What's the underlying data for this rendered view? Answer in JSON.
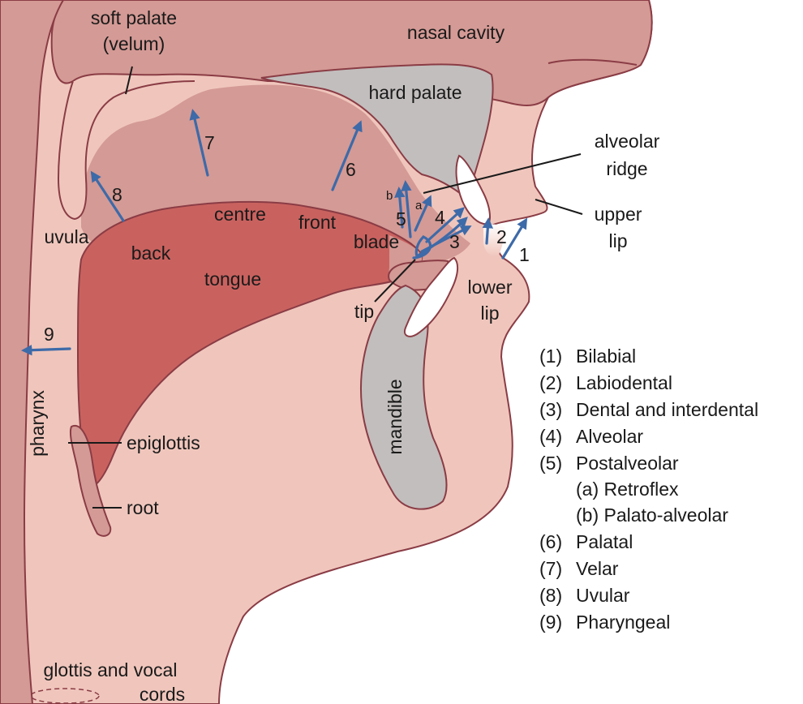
{
  "colors": {
    "tissue_dark": "#d49a95",
    "tissue_light": "#f0c6bc",
    "tongue": "#c9625f",
    "bone": "#c2bebd",
    "outline": "#8a3c45",
    "arrow": "#3d6aa8",
    "cavity_inner": "#e9b3ab"
  },
  "labels": {
    "soft_palate": [
      "soft palate",
      "(velum)"
    ],
    "nasal_cavity": "nasal cavity",
    "hard_palate": "hard palate",
    "alveolar_ridge": [
      "alveolar",
      "ridge"
    ],
    "upper_lip": [
      "upper",
      "lip"
    ],
    "lower_lip": [
      "lower",
      "lip"
    ],
    "uvula": "uvula",
    "back": "back",
    "centre": "centre",
    "front": "front",
    "blade": "blade",
    "tongue": "tongue",
    "tip": "tip",
    "mandible": "mandible",
    "pharynx": "pharynx",
    "epiglottis": "epiglottis",
    "root": "root",
    "glottis": [
      "glottis and vocal",
      "cords"
    ]
  },
  "arrow_numbers": {
    "n1": "1",
    "n2": "2",
    "n3": "3",
    "n4": "4",
    "n5": "5",
    "n6": "6",
    "n7": "7",
    "n8": "8",
    "n9": "9",
    "a": "a",
    "b": "b"
  },
  "legend": [
    {
      "num": "(1)",
      "label": "Bilabial"
    },
    {
      "num": "(2)",
      "label": "Labiodental"
    },
    {
      "num": "(3)",
      "label": "Dental and interdental"
    },
    {
      "num": "(4)",
      "label": "Alveolar"
    },
    {
      "num": "(5)",
      "label": "Postalveolar"
    },
    {
      "num": "",
      "label": "(a) Retroflex"
    },
    {
      "num": "",
      "label": "(b) Palato-alveolar"
    },
    {
      "num": "(6)",
      "label": "Palatal"
    },
    {
      "num": "(7)",
      "label": "Velar"
    },
    {
      "num": "(8)",
      "label": "Uvular"
    },
    {
      "num": "(9)",
      "label": "Pharyngeal"
    }
  ]
}
